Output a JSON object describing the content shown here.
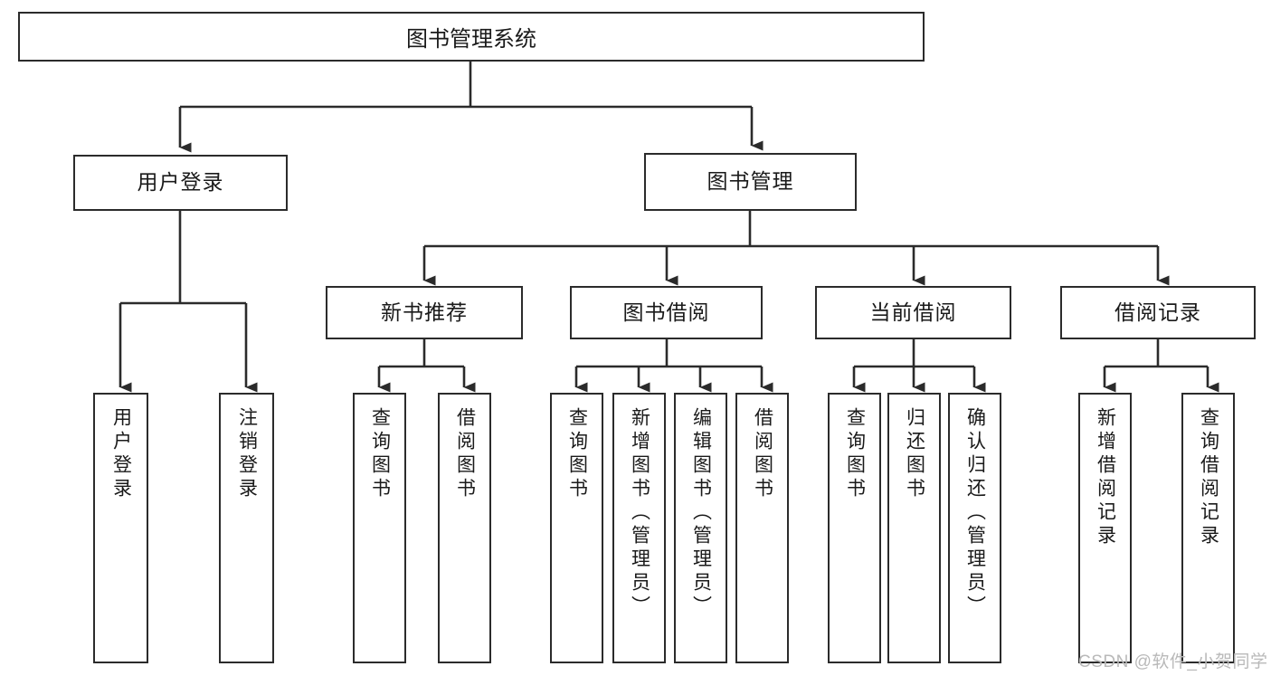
{
  "diagram": {
    "title": "图书管理系统",
    "type": "tree-structure-chart",
    "colors": {
      "stroke": "#2b2b2b",
      "fill": "#ffffff",
      "text": "#1a1a1a",
      "watermark": "#b9b9b9"
    }
  },
  "nodes": {
    "root": {
      "label": "图书管理系统"
    },
    "level1": [
      {
        "id": "user-login",
        "label": "用户登录"
      },
      {
        "id": "book-manage",
        "label": "图书管理"
      }
    ],
    "level2": [
      {
        "id": "new-book-recommend",
        "label": "新书推荐"
      },
      {
        "id": "book-borrow",
        "label": "图书借阅"
      },
      {
        "id": "current-borrow",
        "label": "当前借阅"
      },
      {
        "id": "borrow-record",
        "label": "借阅记录"
      }
    ],
    "leaves": {
      "user_login": [
        {
          "id": "leaf-user-login",
          "label": "用户登录"
        },
        {
          "id": "leaf-logout-login",
          "label": "注销登录"
        }
      ],
      "new_book_recommend": [
        {
          "id": "leaf-query-book-1",
          "label": "查询图书"
        },
        {
          "id": "leaf-borrow-book-1",
          "label": "借阅图书"
        }
      ],
      "book_borrow": [
        {
          "id": "leaf-query-book-2",
          "label": "查询图书"
        },
        {
          "id": "leaf-add-book",
          "label": "新增图书（管理员）"
        },
        {
          "id": "leaf-edit-book",
          "label": "编辑图书（管理员）"
        },
        {
          "id": "leaf-borrow-book-2",
          "label": "借阅图书"
        }
      ],
      "current_borrow": [
        {
          "id": "leaf-query-book-3",
          "label": "查询图书"
        },
        {
          "id": "leaf-return-book",
          "label": "归还图书"
        },
        {
          "id": "leaf-confirm-return",
          "label": "确认归还（管理员）"
        }
      ],
      "borrow_record": [
        {
          "id": "leaf-add-record",
          "label": "新增借阅记录"
        },
        {
          "id": "leaf-query-record",
          "label": "查询借阅记录"
        }
      ]
    }
  },
  "watermark": {
    "text": "CSDN @软件_小贺同学"
  }
}
